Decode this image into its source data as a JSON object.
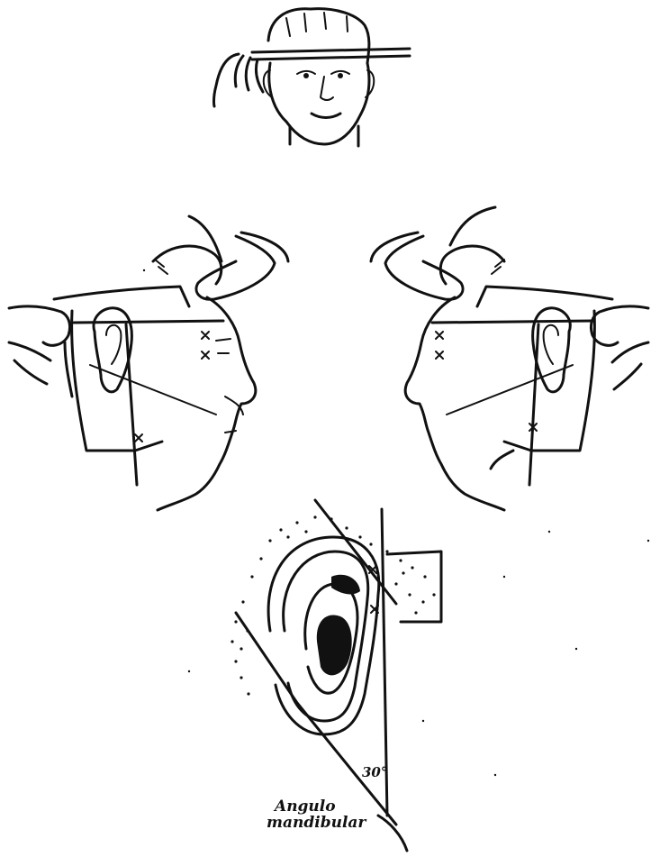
{
  "figure": {
    "panels": [
      "front-view",
      "left-profile",
      "right-profile",
      "ear-detail"
    ],
    "angle_label": "30°",
    "caption_line1": "Angulo",
    "caption_line2": "mandibular"
  }
}
